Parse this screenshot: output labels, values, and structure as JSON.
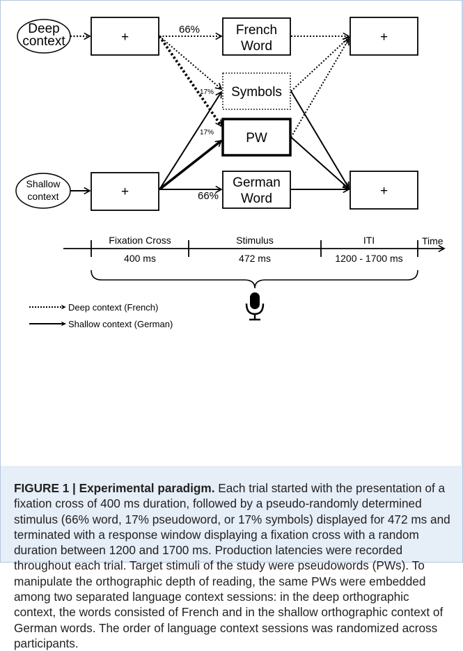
{
  "diagram": {
    "contexts": {
      "deep_line1": "Deep",
      "deep_line2": "context",
      "shallow_line1": "Shallow",
      "shallow_line2": "context"
    },
    "fixation_symbol": "+",
    "stimuli": {
      "french_line1": "French",
      "french_line2": "Word",
      "symbols": "Symbols",
      "pw": "PW",
      "german_line1": "German",
      "german_line2": "Word"
    },
    "percentages": {
      "french": "66%",
      "symbols": "17%",
      "pw": "17%",
      "german": "66%"
    },
    "timeline": {
      "time_label": "Time",
      "segments": [
        {
          "label": "Fixation Cross",
          "duration": "400 ms"
        },
        {
          "label": "Stimulus",
          "duration": "472 ms"
        },
        {
          "label": "ITI",
          "duration": "1200 - 1700 ms"
        }
      ]
    },
    "legend": {
      "deep": "Deep context (French)",
      "shallow": "Shallow context (German)"
    },
    "icon": "microphone-icon"
  },
  "caption": {
    "label": "FIGURE 1 |",
    "title": "Experimental paradigm.",
    "text": "Each trial started with the presentation of a fixation cross of 400 ms duration, followed by a pseudo-randomly determined stimulus (66% word, 17% pseudoword, or 17% symbols) displayed for 472 ms and terminated with a response window displaying a fixation cross with a random duration between 1200 and 1700 ms. Production latencies were recorded throughout each trial. Target stimuli of the study were pseudowords (PWs). To manipulate the orthographic depth of reading, the same PWs were embedded among two separated language context sessions: in the deep orthographic context, the words consisted of French and in the shallow orthographic context of German words. The order of language context sessions was randomized across participants."
  },
  "colors": {
    "panel_bg": "#e6eef8",
    "panel_border": "#b3c6de",
    "diagram_bg": "#ffffff",
    "ink": "#000000"
  }
}
